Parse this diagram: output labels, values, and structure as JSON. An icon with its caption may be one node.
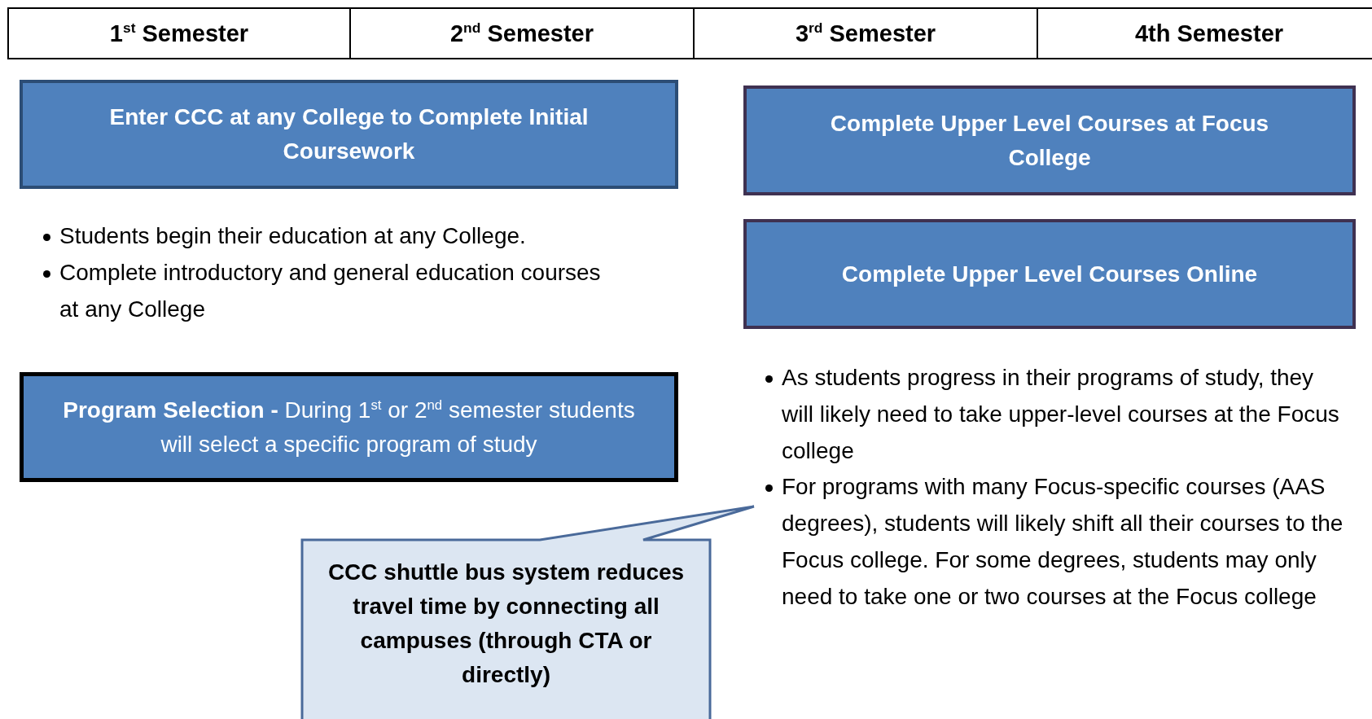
{
  "diagram": {
    "nodes": [
      {
        "text": [
          "Enter CCC at any College to Complete Initial Coursework"
        ]
      },
      {
        "text": [
          "**Program Selection -** During 1$^{st}$ or 2$^{nd}$ semester students will select a specific program of study"
        ]
      },
      {
        "text": [
          "CCC shuttle bus system reduces travel time by connecting all campuses (through CTA or directly)"
        ]
      },
      {
        "text": [
          "Complete Upper Level Courses at Focus College"
        ]
      },
      {
        "text": [
          "Complete Upper Level Courses Online"
        ]
      }
    ],
    "labels": [
      "1$^{st}$ Semester",
      "2$^{nd}$ Semester",
      "3$^{rd}$ Semester",
      "4th Semester",
      "Students begin their education at any College.",
      "Complete introductory and general education courses at any College",
      "As students progress in their programs of study, they will likely need to take upper-level courses at the Focus college",
      "For programs with many Focus-specific courses (AAS degrees), students will likely shift all their courses to the Focus college. For some degrees, students may only need to take one or two courses at the Focus college"
    ]
  }
}
